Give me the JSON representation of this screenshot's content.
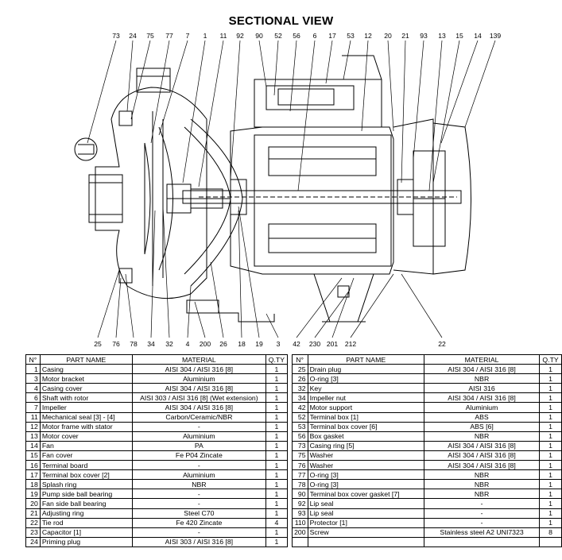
{
  "title": "SECTIONAL VIEW",
  "callouts_top": [
    "73",
    "24",
    "75",
    "77",
    "7",
    "1",
    "11",
    "92",
    "90",
    "52",
    "56",
    "6",
    "17",
    "53",
    "12",
    "20",
    "21",
    "93",
    "13",
    "15",
    "14",
    "139"
  ],
  "callouts_bottom": [
    "25",
    "76",
    "78",
    "34",
    "32",
    "4",
    "200",
    "26",
    "18",
    "19",
    "3",
    "42",
    "230",
    "201",
    "212",
    "22"
  ],
  "table": {
    "headers": {
      "no": "N°",
      "part": "PART NAME",
      "material": "MATERIAL",
      "qty": "Q.TY"
    },
    "left_rows": [
      {
        "no": "1",
        "part": "Casing",
        "material": "AISI 304 / AISI 316 [8]",
        "qty": "1"
      },
      {
        "no": "3",
        "part": "Motor bracket",
        "material": "Aluminium",
        "qty": "1"
      },
      {
        "no": "4",
        "part": "Casing cover",
        "material": "AISI 304 / AISI 316 [8]",
        "qty": "1"
      },
      {
        "no": "6",
        "part": "Shaft with rotor",
        "material": "AISI 303 / AISI 316 [8] (Wet extension)",
        "qty": "1"
      },
      {
        "no": "7",
        "part": "Impeller",
        "material": "AISI 304 / AISI 316 [8]",
        "qty": "1"
      },
      {
        "no": "11",
        "part": "Mechanical seal [3] - [4]",
        "material": "Carbon/Ceramic/NBR",
        "qty": "1"
      },
      {
        "no": "12",
        "part": "Motor frame with stator",
        "material": "-",
        "qty": "1"
      },
      {
        "no": "13",
        "part": "Motor cover",
        "material": "Aluminium",
        "qty": "1"
      },
      {
        "no": "14",
        "part": "Fan",
        "material": "PA",
        "qty": "1"
      },
      {
        "no": "15",
        "part": "Fan cover",
        "material": "Fe P04 Zincate",
        "qty": "1"
      },
      {
        "no": "16",
        "part": "Terminal board",
        "material": "-",
        "qty": "1"
      },
      {
        "no": "17",
        "part": "Terminal box cover [2]",
        "material": "Aluminium",
        "qty": "1"
      },
      {
        "no": "18",
        "part": "Splash ring",
        "material": "NBR",
        "qty": "1"
      },
      {
        "no": "19",
        "part": "Pump side ball bearing",
        "material": "-",
        "qty": "1"
      },
      {
        "no": "20",
        "part": "Fan side ball bearing",
        "material": "-",
        "qty": "1"
      },
      {
        "no": "21",
        "part": "Adjusting ring",
        "material": "Steel C70",
        "qty": "1"
      },
      {
        "no": "22",
        "part": "Tie rod",
        "material": "Fe 420 Zincate",
        "qty": "4"
      },
      {
        "no": "23",
        "part": "Capacitor [1]",
        "material": "-",
        "qty": "1"
      },
      {
        "no": "24",
        "part": "Priming plug",
        "material": "AISI 303 / AISI 316 [8]",
        "qty": "1"
      }
    ],
    "right_rows": [
      {
        "no": "25",
        "part": "Drain plug",
        "material": "AISI 304 / AISI 316 [8]",
        "qty": "1"
      },
      {
        "no": "26",
        "part": "O-ring [3]",
        "material": "NBR",
        "qty": "1"
      },
      {
        "no": "32",
        "part": "Key",
        "material": "AISI 316",
        "qty": "1"
      },
      {
        "no": "34",
        "part": "Impeller nut",
        "material": "AISI 304 / AISI 316 [8]",
        "qty": "1"
      },
      {
        "no": "42",
        "part": "Motor support",
        "material": "Aluminium",
        "qty": "1"
      },
      {
        "no": "52",
        "part": "Terminal box [1]",
        "material": "ABS",
        "qty": "1"
      },
      {
        "no": "53",
        "part": "Terminal box cover  [6]",
        "material": "ABS  [6]",
        "qty": "1"
      },
      {
        "no": "56",
        "part": "Box gasket",
        "material": "NBR",
        "qty": "1"
      },
      {
        "no": "73",
        "part": "Casing ring  [5]",
        "material": "AISI 304 / AISI 316 [8]",
        "qty": "1"
      },
      {
        "no": "75",
        "part": "Washer",
        "material": "AISI 304 / AISI 316 [8]",
        "qty": "1"
      },
      {
        "no": "76",
        "part": "Washer",
        "material": "AISI 304 / AISI 316 [8]",
        "qty": "1"
      },
      {
        "no": "77",
        "part": "O-ring [3]",
        "material": "NBR",
        "qty": "1"
      },
      {
        "no": "78",
        "part": "O-ring [3]",
        "material": "NBR",
        "qty": "1"
      },
      {
        "no": "90",
        "part": "Terminal box cover gasket [7]",
        "material": "NBR",
        "qty": "1"
      },
      {
        "no": "92",
        "part": "Lip seal",
        "material": "-",
        "qty": "1"
      },
      {
        "no": "93",
        "part": "Lip seal",
        "material": "-",
        "qty": "1"
      },
      {
        "no": "110",
        "part": "Protector [1]",
        "material": "-",
        "qty": "1"
      },
      {
        "no": "200",
        "part": "Screw",
        "material": "Stainless steel A2 UNI7323",
        "qty": "8"
      },
      {
        "no": "",
        "part": "",
        "material": "",
        "qty": ""
      }
    ]
  }
}
